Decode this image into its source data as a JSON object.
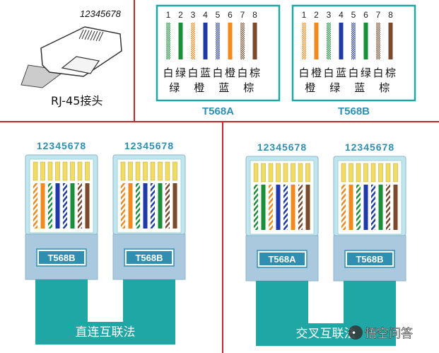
{
  "rj45": {
    "pin_numbers": "12345678",
    "caption": "RJ-45接头"
  },
  "standards": [
    {
      "name": "T568A",
      "pin_labels": [
        "1",
        "2",
        "3",
        "4",
        "5",
        "6",
        "7",
        "8"
      ],
      "wire_colors": [
        {
          "main": "#1a8f3a",
          "striped": true
        },
        {
          "main": "#1a8f3a",
          "striped": false
        },
        {
          "main": "#f08a1e",
          "striped": true
        },
        {
          "main": "#1f3aa8",
          "striped": false
        },
        {
          "main": "#1f3aa8",
          "striped": true
        },
        {
          "main": "#f08a1e",
          "striped": false
        },
        {
          "main": "#7a4a2a",
          "striped": true
        },
        {
          "main": "#7a4a2a",
          "striped": false
        }
      ],
      "top_row": [
        "白",
        "绿",
        "白",
        "蓝",
        "白",
        "橙",
        "白",
        "棕"
      ],
      "bottom_row": [
        "绿",
        "",
        "橙",
        "",
        "蓝",
        "",
        "棕",
        ""
      ]
    },
    {
      "name": "T568B",
      "pin_labels": [
        "1",
        "2",
        "3",
        "4",
        "5",
        "6",
        "7",
        "8"
      ],
      "wire_colors": [
        {
          "main": "#f08a1e",
          "striped": true
        },
        {
          "main": "#f08a1e",
          "striped": false
        },
        {
          "main": "#1a8f3a",
          "striped": true
        },
        {
          "main": "#1f3aa8",
          "striped": false
        },
        {
          "main": "#1f3aa8",
          "striped": true
        },
        {
          "main": "#1a8f3a",
          "striped": false
        },
        {
          "main": "#7a4a2a",
          "striped": true
        },
        {
          "main": "#7a4a2a",
          "striped": false
        }
      ],
      "top_row": [
        "白",
        "橙",
        "白",
        "蓝",
        "白",
        "绿",
        "白",
        "棕"
      ],
      "bottom_row": [
        "橙",
        "",
        "绿",
        "",
        "蓝",
        "",
        "棕",
        ""
      ]
    }
  ],
  "cables": [
    {
      "title": "直连互联法",
      "connectors": [
        {
          "pins": "12345678",
          "standard": "T568B"
        },
        {
          "pins": "12345678",
          "standard": "T568B"
        }
      ]
    },
    {
      "title": "交叉互联法",
      "connectors": [
        {
          "pins": "12345678",
          "standard": "T568A"
        },
        {
          "pins": "12345678",
          "standard": "T568B"
        }
      ]
    }
  ],
  "watermark": "悟空问答",
  "colors": {
    "divider": "#c0282c",
    "teal": "#1fa7a6",
    "teal_label": "#2f8fb0",
    "connector_body": "#bfe6ef",
    "connector_band": "#aac9de",
    "contact_gold": "#f1dc63"
  }
}
